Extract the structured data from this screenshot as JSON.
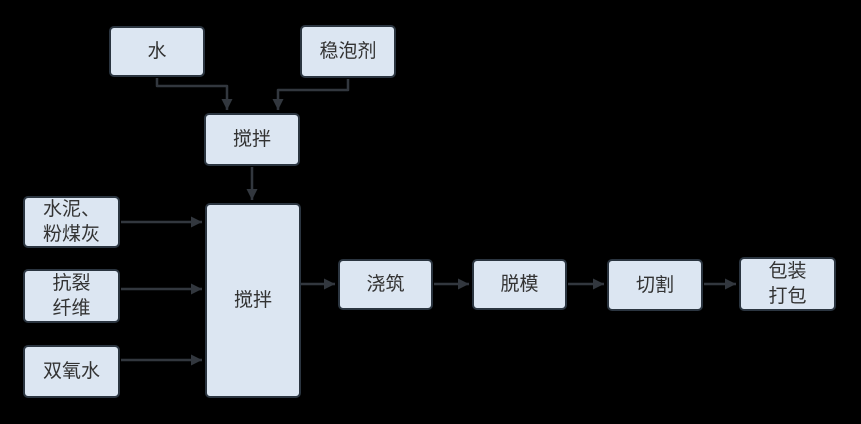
{
  "diagram": {
    "type": "flowchart",
    "colors": {
      "background": "#000000",
      "node_fill": "#dce6f2",
      "node_border": "#2b3540",
      "arrow": "#32373e",
      "text": "#333333"
    },
    "nodes": {
      "water": {
        "lines": [
          "水"
        ]
      },
      "foam_stabilizer": {
        "lines": [
          "稳泡剂"
        ]
      },
      "mixing_1": {
        "lines": [
          "搅拌"
        ]
      },
      "cement_flyash": {
        "lines": [
          "水泥、",
          "粉煤灰"
        ]
      },
      "anticrack_fiber": {
        "lines": [
          "抗裂",
          "纤维"
        ]
      },
      "hydrogen_peroxide": {
        "lines": [
          "双氧水"
        ]
      },
      "mixing_2": {
        "lines": [
          "搅拌"
        ]
      },
      "pouring": {
        "lines": [
          "浇筑"
        ]
      },
      "demolding": {
        "lines": [
          "脱模"
        ]
      },
      "cutting": {
        "lines": [
          "切割"
        ]
      },
      "packing": {
        "lines": [
          "包装",
          "打包"
        ]
      }
    },
    "edges": [
      "water -> mixing_1",
      "foam_stabilizer -> mixing_1",
      "mixing_1 -> mixing_2",
      "cement_flyash -> mixing_2",
      "anticrack_fiber -> mixing_2",
      "hydrogen_peroxide -> mixing_2",
      "mixing_2 -> pouring",
      "pouring -> demolding",
      "demolding -> cutting",
      "cutting -> packing"
    ]
  }
}
